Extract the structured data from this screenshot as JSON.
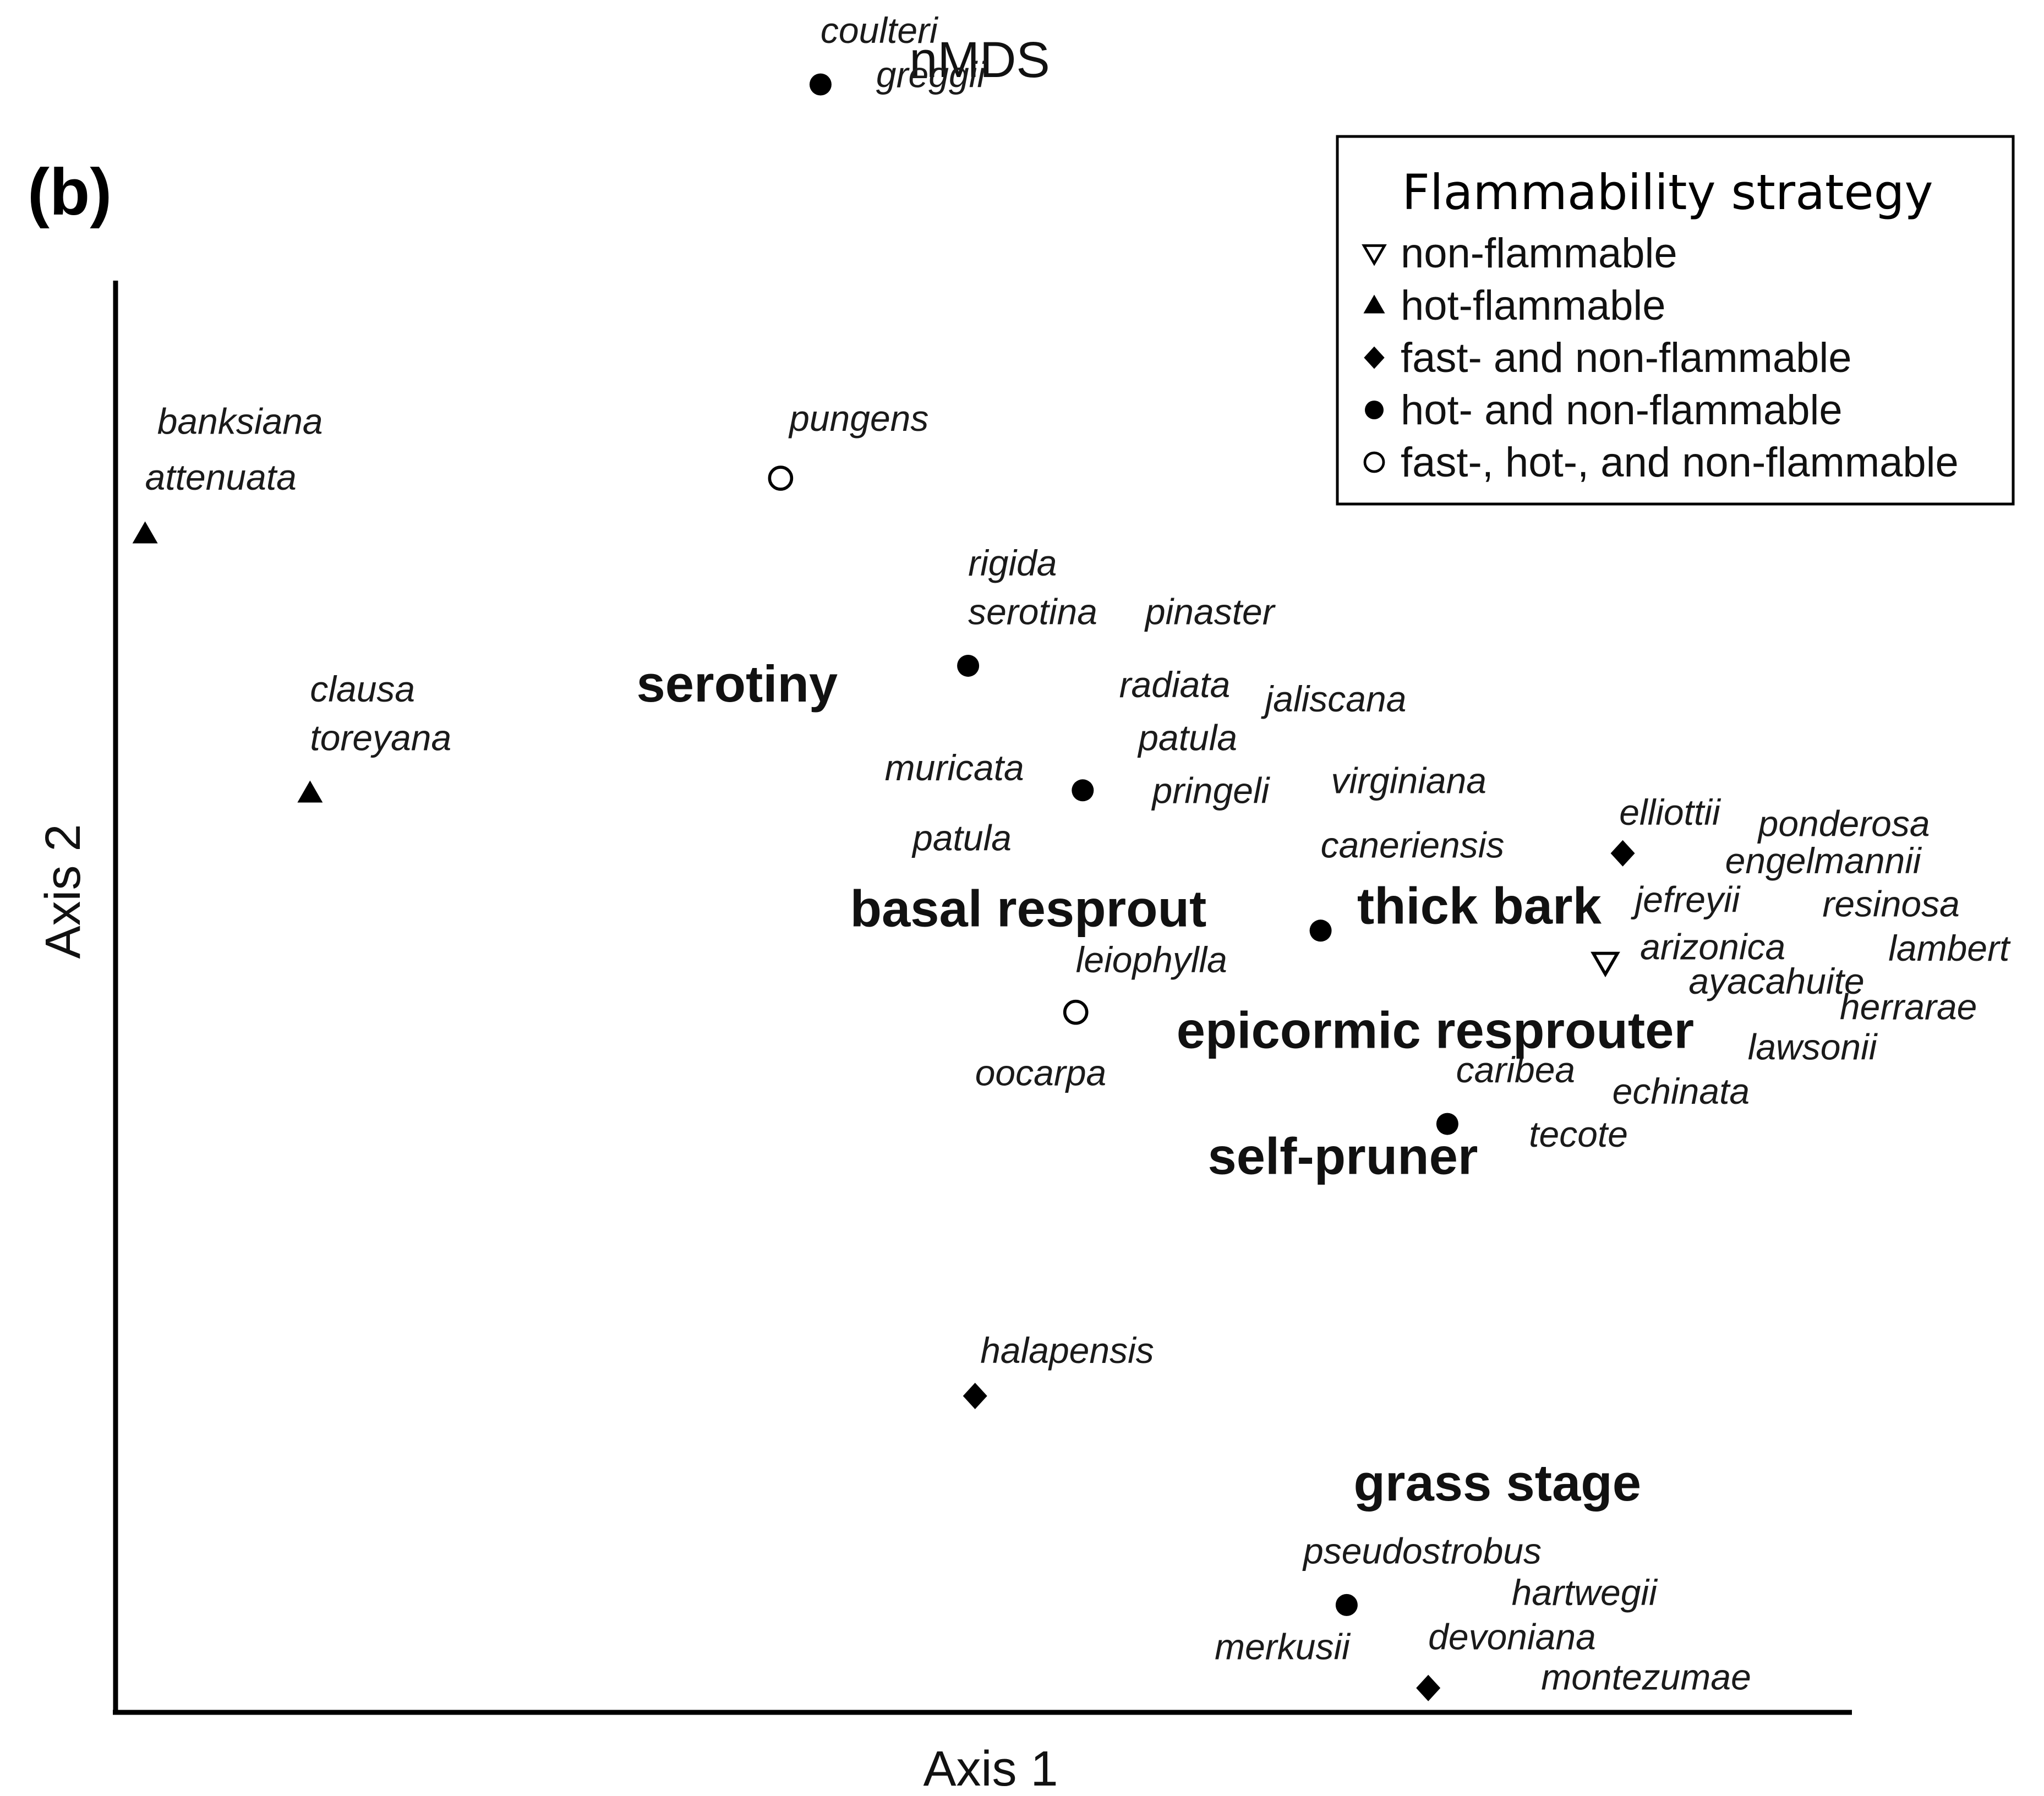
{
  "chart_data": {
    "type": "scatter",
    "title": "nMDS",
    "panel_label": "(b)",
    "xlabel": "Axis  1",
    "ylabel": "Axis  2",
    "xlim": [
      0,
      100
    ],
    "ylim": [
      0,
      100
    ],
    "grid": false,
    "legend_position": "top-right",
    "legend": {
      "title": "Flammability strategy",
      "entries": [
        {
          "label": "non-flammable",
          "marker": "triangle-down-open"
        },
        {
          "label": "hot-flammable",
          "marker": "triangle-filled"
        },
        {
          "label": "fast- and non-flammable",
          "marker": "diamond-filled"
        },
        {
          "label": "hot- and non-flammable",
          "marker": "circle-filled"
        },
        {
          "label": "fast-, hot-, and non-flammable",
          "marker": "circle-open"
        }
      ]
    },
    "points": [
      {
        "x": 40.6,
        "y": 113.7,
        "marker": "circle-filled"
      },
      {
        "x": 38.3,
        "y": 86.2,
        "marker": "circle-open"
      },
      {
        "x": 1.7,
        "y": 82.3,
        "marker": "triangle-filled"
      },
      {
        "x": 49.1,
        "y": 73.1,
        "marker": "circle-filled"
      },
      {
        "x": 11.2,
        "y": 64.2,
        "marker": "triangle-filled"
      },
      {
        "x": 55.7,
        "y": 64.4,
        "marker": "circle-filled"
      },
      {
        "x": 86.8,
        "y": 60.0,
        "marker": "diamond-filled"
      },
      {
        "x": 69.4,
        "y": 54.6,
        "marker": "circle-filled"
      },
      {
        "x": 85.8,
        "y": 52.4,
        "marker": "triangle-down-open"
      },
      {
        "x": 55.3,
        "y": 48.9,
        "marker": "circle-open"
      },
      {
        "x": 76.7,
        "y": 41.1,
        "marker": "circle-filled"
      },
      {
        "x": 49.5,
        "y": 22.1,
        "marker": "diamond-filled"
      },
      {
        "x": 70.9,
        "y": 7.5,
        "marker": "circle-filled"
      },
      {
        "x": 75.6,
        "y": 1.7,
        "marker": "diamond-filled"
      }
    ],
    "species_labels": [
      {
        "text": "coulteri",
        "x": 40.6,
        "y": 116.6
      },
      {
        "text": "greggii",
        "x": 43.8,
        "y": 113.5
      },
      {
        "text": "banksiana",
        "x": 2.4,
        "y": 89.3
      },
      {
        "text": "attenuata",
        "x": 1.7,
        "y": 85.4
      },
      {
        "text": "pungens",
        "x": 38.8,
        "y": 89.5
      },
      {
        "text": "rigida",
        "x": 49.1,
        "y": 79.4
      },
      {
        "text": "serotina",
        "x": 49.1,
        "y": 76.0
      },
      {
        "text": "pinaster",
        "x": 59.3,
        "y": 76.0
      },
      {
        "text": "clausa",
        "x": 11.2,
        "y": 70.6
      },
      {
        "text": "toreyana",
        "x": 11.2,
        "y": 67.2
      },
      {
        "text": "radiata",
        "x": 57.8,
        "y": 70.9
      },
      {
        "text": "jaliscana",
        "x": 66.2,
        "y": 69.9
      },
      {
        "text": "muricata",
        "x": 44.3,
        "y": 65.1
      },
      {
        "text": "patula",
        "x": 58.9,
        "y": 67.2
      },
      {
        "text": "pringeli",
        "x": 59.7,
        "y": 63.5
      },
      {
        "text": "virginiana",
        "x": 70.0,
        "y": 64.2
      },
      {
        "text": "patula",
        "x": 45.9,
        "y": 60.2
      },
      {
        "text": "elliottii",
        "x": 86.6,
        "y": 62.0
      },
      {
        "text": "ponderosa",
        "x": 94.6,
        "y": 61.2
      },
      {
        "text": "caneriensis",
        "x": 69.4,
        "y": 59.7
      },
      {
        "text": "engelmannii",
        "x": 92.7,
        "y": 58.6
      },
      {
        "text": "jefreyii",
        "x": 87.5,
        "y": 55.9
      },
      {
        "text": "resinosa",
        "x": 98.3,
        "y": 55.6
      },
      {
        "text": "arizonica",
        "x": 87.8,
        "y": 52.6
      },
      {
        "text": "lambert",
        "x": 102.1,
        "y": 52.5
      },
      {
        "text": "leiophylla",
        "x": 55.3,
        "y": 51.7
      },
      {
        "text": "ayacahuite",
        "x": 90.6,
        "y": 50.2
      },
      {
        "text": "herrarae",
        "x": 99.3,
        "y": 48.4
      },
      {
        "text": "lawsonii",
        "x": 94.0,
        "y": 45.6
      },
      {
        "text": "caribea",
        "x": 77.2,
        "y": 44.0
      },
      {
        "text": "oocarpa",
        "x": 49.5,
        "y": 43.8
      },
      {
        "text": "echinata",
        "x": 86.2,
        "y": 42.5
      },
      {
        "text": "tecote",
        "x": 81.4,
        "y": 39.5
      },
      {
        "text": "halapensis",
        "x": 49.8,
        "y": 24.4
      },
      {
        "text": "pseudostrobus",
        "x": 68.4,
        "y": 10.4
      },
      {
        "text": "hartwegii",
        "x": 80.4,
        "y": 7.5
      },
      {
        "text": "merkusii",
        "x": 63.3,
        "y": 3.7
      },
      {
        "text": "devoniana",
        "x": 75.6,
        "y": 4.4
      },
      {
        "text": "montezumae",
        "x": 82.1,
        "y": 1.6
      }
    ],
    "trait_labels": [
      {
        "text": "serotiny",
        "x": 30.0,
        "y": 70.6
      },
      {
        "text": "basal resprout",
        "x": 42.3,
        "y": 54.9
      },
      {
        "text": "thick bark",
        "x": 71.5,
        "y": 55.1
      },
      {
        "text": "epicormic resprouter",
        "x": 61.1,
        "y": 46.4
      },
      {
        "text": "self-pruner",
        "x": 62.9,
        "y": 37.6
      },
      {
        "text": "grass stage",
        "x": 71.3,
        "y": 14.8
      }
    ]
  }
}
